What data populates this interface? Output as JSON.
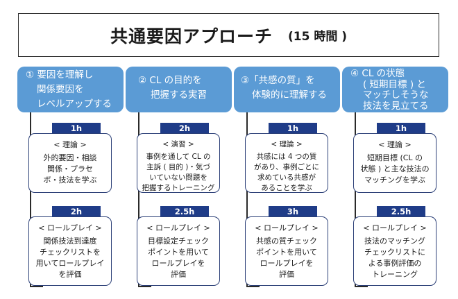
{
  "title": {
    "main": "共通要因アプローチ",
    "sub": "(15 時間 )"
  },
  "columns": [
    {
      "header": [
        "① 要因を理解し",
        "関係要因を",
        "レベルアップする"
      ],
      "blocks": [
        {
          "hours": "1h",
          "title": "< 理論 >",
          "lines": [
            "外的要因・相談",
            "関係・プラセ",
            "ボ・技法を学ぶ"
          ]
        },
        {
          "hours": "2h",
          "title": "< ロールプレイ >",
          "lines": [
            "関係技法到達度",
            "チェックリストを",
            "用いてロールプレイ",
            "を評価"
          ]
        }
      ]
    },
    {
      "header": [
        "② CL の目的を",
        "把握する実習"
      ],
      "blocks": [
        {
          "hours": "2h",
          "title": "< 演習 >",
          "lines": [
            "事例を通して CL の",
            "主訴 ( 目的 )・気づ",
            "いていない問題を",
            "把握するトレーニング"
          ]
        },
        {
          "hours": "2.5h",
          "title": "< ロールプレイ >",
          "lines": [
            "目標設定チェック",
            "ポイントを用いて",
            "ロールプレイを",
            "評価"
          ]
        }
      ]
    },
    {
      "header": [
        "③「共感の質」を",
        "体験的に理解する"
      ],
      "blocks": [
        {
          "hours": "1h",
          "title": "< 理論 >",
          "lines": [
            "共感には 4 つの質",
            "があり、事例ごとに",
            "求めている共感が",
            "あることを学ぶ"
          ]
        },
        {
          "hours": "3h",
          "title": "< ロールプレイ >",
          "lines": [
            "共感の質チェック",
            "ポイントを用いて",
            "ロールプレイを",
            "評価"
          ]
        }
      ]
    },
    {
      "header": [
        "④ CL の状態",
        "( 短期目標 ) と",
        "マッチしそうな",
        "技法を見立てる"
      ],
      "blocks": [
        {
          "hours": "1h",
          "title": "< 理論 >",
          "lines": [
            "短期目標 (CL の",
            "状態 ) と主な技法の",
            "マッチングを学ぶ"
          ]
        },
        {
          "hours": "2.5h",
          "title": "< ロールプレイ >",
          "lines": [
            "技法のマッチング",
            "チェックリストに",
            "よる事例評価の",
            "トレーニング"
          ]
        }
      ]
    }
  ],
  "colors": {
    "header_bg": "#5b9bd5",
    "badge_bg": "#1f3c88",
    "card_border": "#2b3f77"
  }
}
